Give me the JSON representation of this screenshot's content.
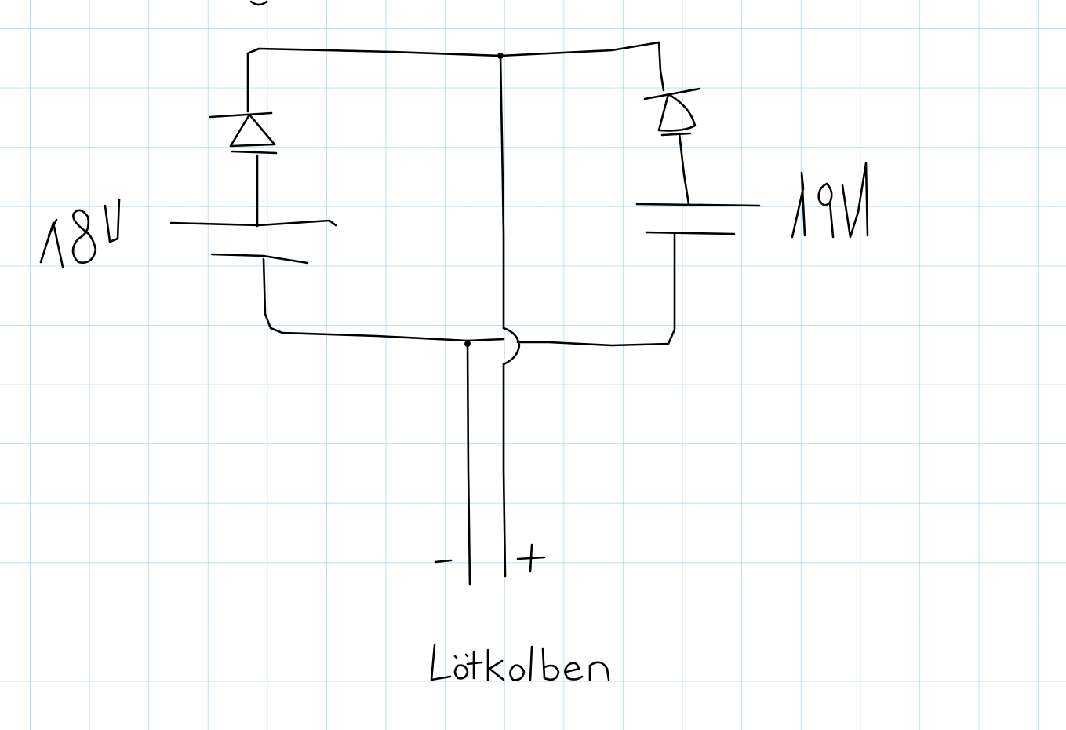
{
  "diagram": {
    "type": "handwritten circuit sketch",
    "left_source_label": "18V",
    "right_source_label": "19V",
    "negative_terminal_label": "-",
    "positive_terminal_label": "+",
    "load_label": "Lötkolben",
    "grid_color": "#8cc8eb",
    "ink_color": "#000000"
  }
}
